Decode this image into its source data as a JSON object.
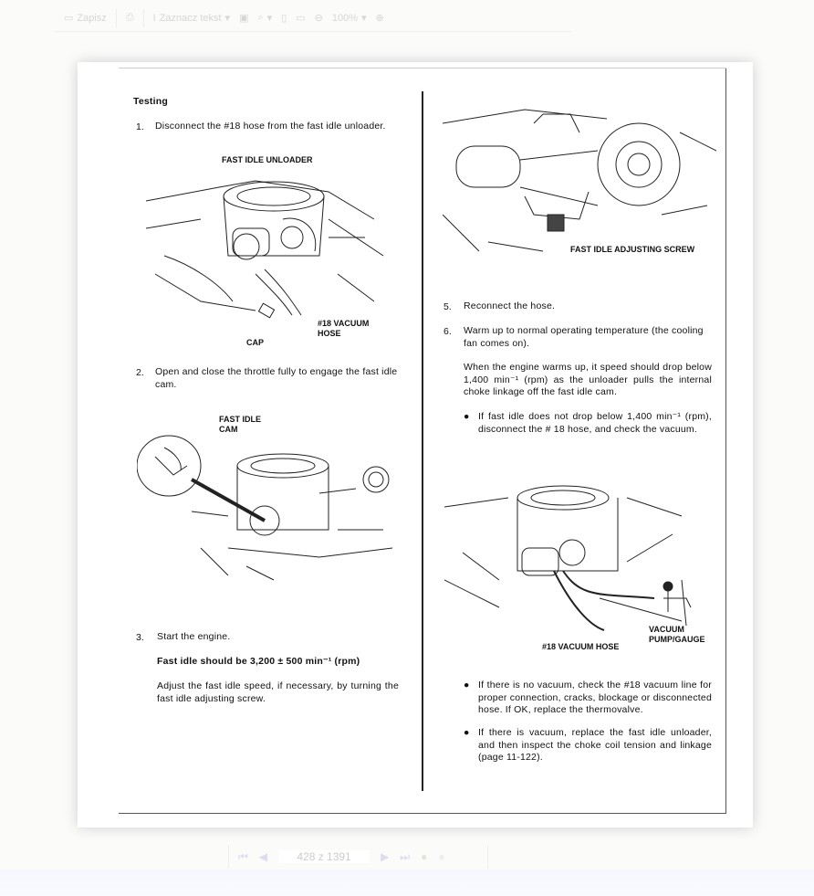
{
  "toolbar": {
    "save": "Zapisz",
    "select_text": "Zaznacz tekst",
    "zoom": "100%"
  },
  "navigation": {
    "page_indicator": "428 z 1391"
  },
  "left": {
    "heading": "Testing",
    "step1_num": "1.",
    "step1": "Disconnect the #18 hose from the fast idle unloader.",
    "fig1": {
      "label_unloader": "FAST IDLE UNLOADER",
      "label_hose": "#18 VACUUM HOSE",
      "label_cap": "CAP"
    },
    "step2_num": "2.",
    "step2": "Open and close the throttle fully to engage the fast idle cam.",
    "fig2": {
      "label_cam": "FAST IDLE CAM"
    },
    "step3_num": "3.",
    "step3": "Start the engine.",
    "spec": "Fast idle should be 3,200 ± 500 min⁻¹ (rpm)",
    "adjust": "Adjust the fast idle speed, if necessary, by turning the fast idle adjusting screw."
  },
  "right": {
    "fig3": {
      "label_screw": "FAST IDLE ADJUSTING SCREW"
    },
    "step5_num": "5.",
    "step5": "Reconnect the hose.",
    "step6_num": "6.",
    "step6": "Warm up to normal operating temperature (the cooling fan comes on).",
    "warm": "When the engine warms up, it speed should drop below 1,400 min⁻¹ (rpm) as the unloader pulls the internal choke linkage off the fast idle cam.",
    "bullet1": "If fast idle does not drop below 1,400 min⁻¹ (rpm), disconnect the # 18 hose, and check the vacuum.",
    "fig4": {
      "label_pump": "VACUUM PUMP/GAUGE",
      "label_hose": "#18 VACUUM HOSE"
    },
    "bullet2": "If there is no vacuum, check the #18 vacuum line for proper connection, cracks, blockage or disconnected hose. If OK, replace the thermovalve.",
    "bullet3": "If there is vacuum, replace the fast idle unloader, and then inspect the choke coil tension and linkage (page 11-122)."
  }
}
